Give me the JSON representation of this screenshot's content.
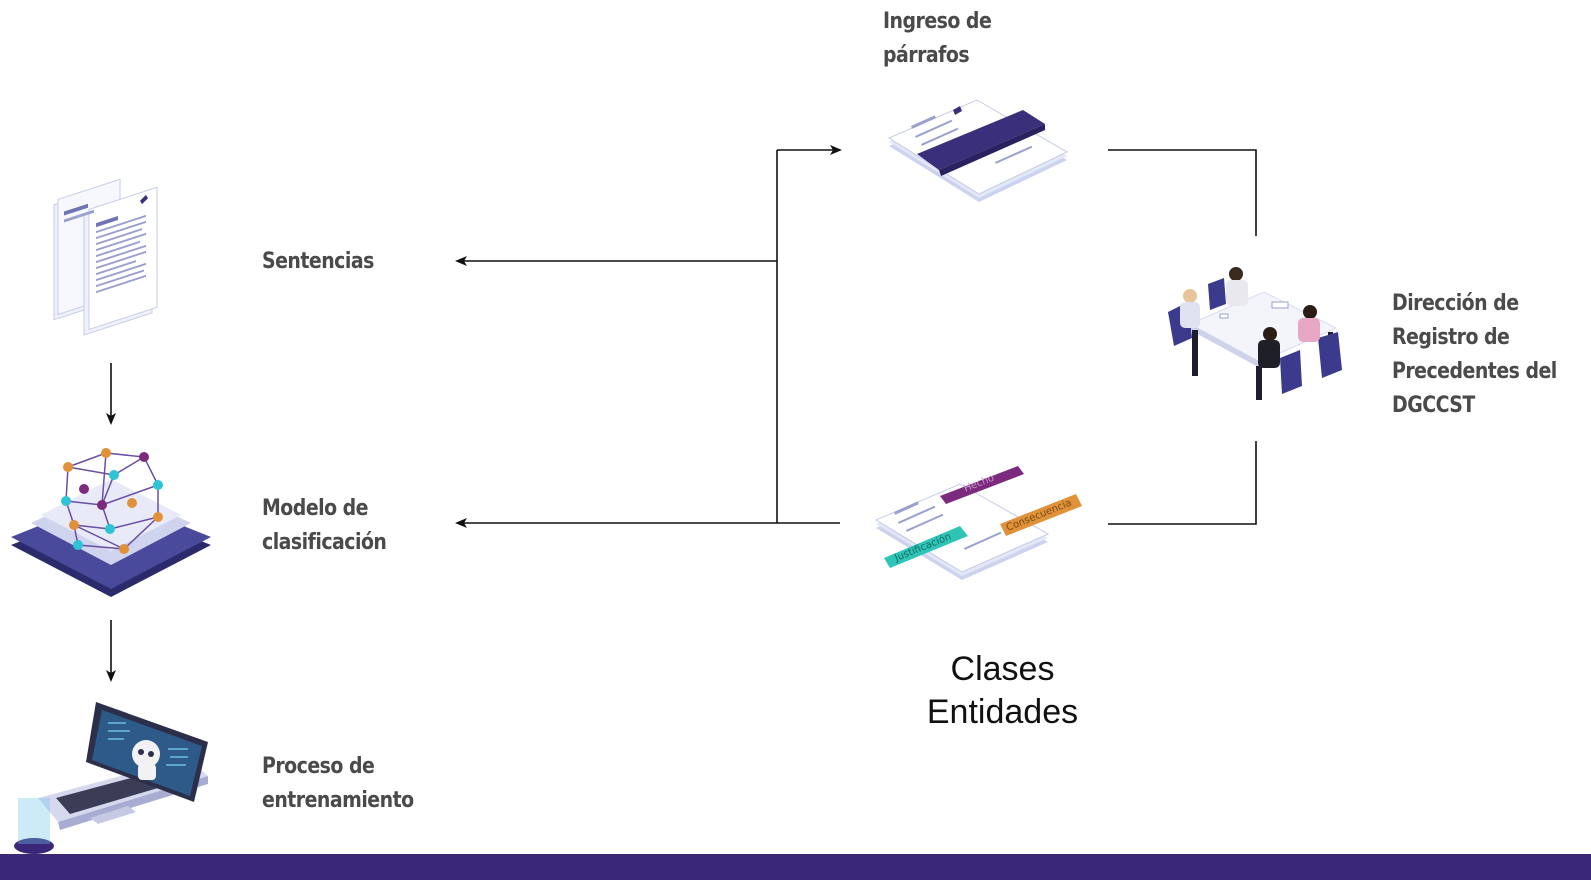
{
  "labels": {
    "sentencias": "Sentencias",
    "modelo": [
      "Modelo de",
      "clasificación"
    ],
    "proceso": [
      "Proceso de",
      "entrenamiento"
    ],
    "ingreso": [
      "Ingreso de",
      "párrafos"
    ],
    "direccion": [
      "Dirección de",
      "Registro de",
      "Precedentes del",
      "DGCCST"
    ]
  },
  "tags": {
    "hecho": "Hecho",
    "consecuencia": "Consecuencia",
    "justificacion": "Justificación"
  },
  "caption": [
    "Clases",
    "Entidades"
  ],
  "icons": [
    "documents-icon",
    "neural-network-icon",
    "laptop-robot-icon",
    "document-highlight-icon",
    "meeting-team-icon",
    "tagged-document-icon"
  ],
  "colors": {
    "footer": "#3b2778",
    "label_text": "#4a4a4a",
    "highlight": "#3a2f7a",
    "tag_hecho": "#7b2a7e",
    "tag_consecuencia": "#e0913a",
    "tag_justificacion": "#2ec4b6"
  }
}
